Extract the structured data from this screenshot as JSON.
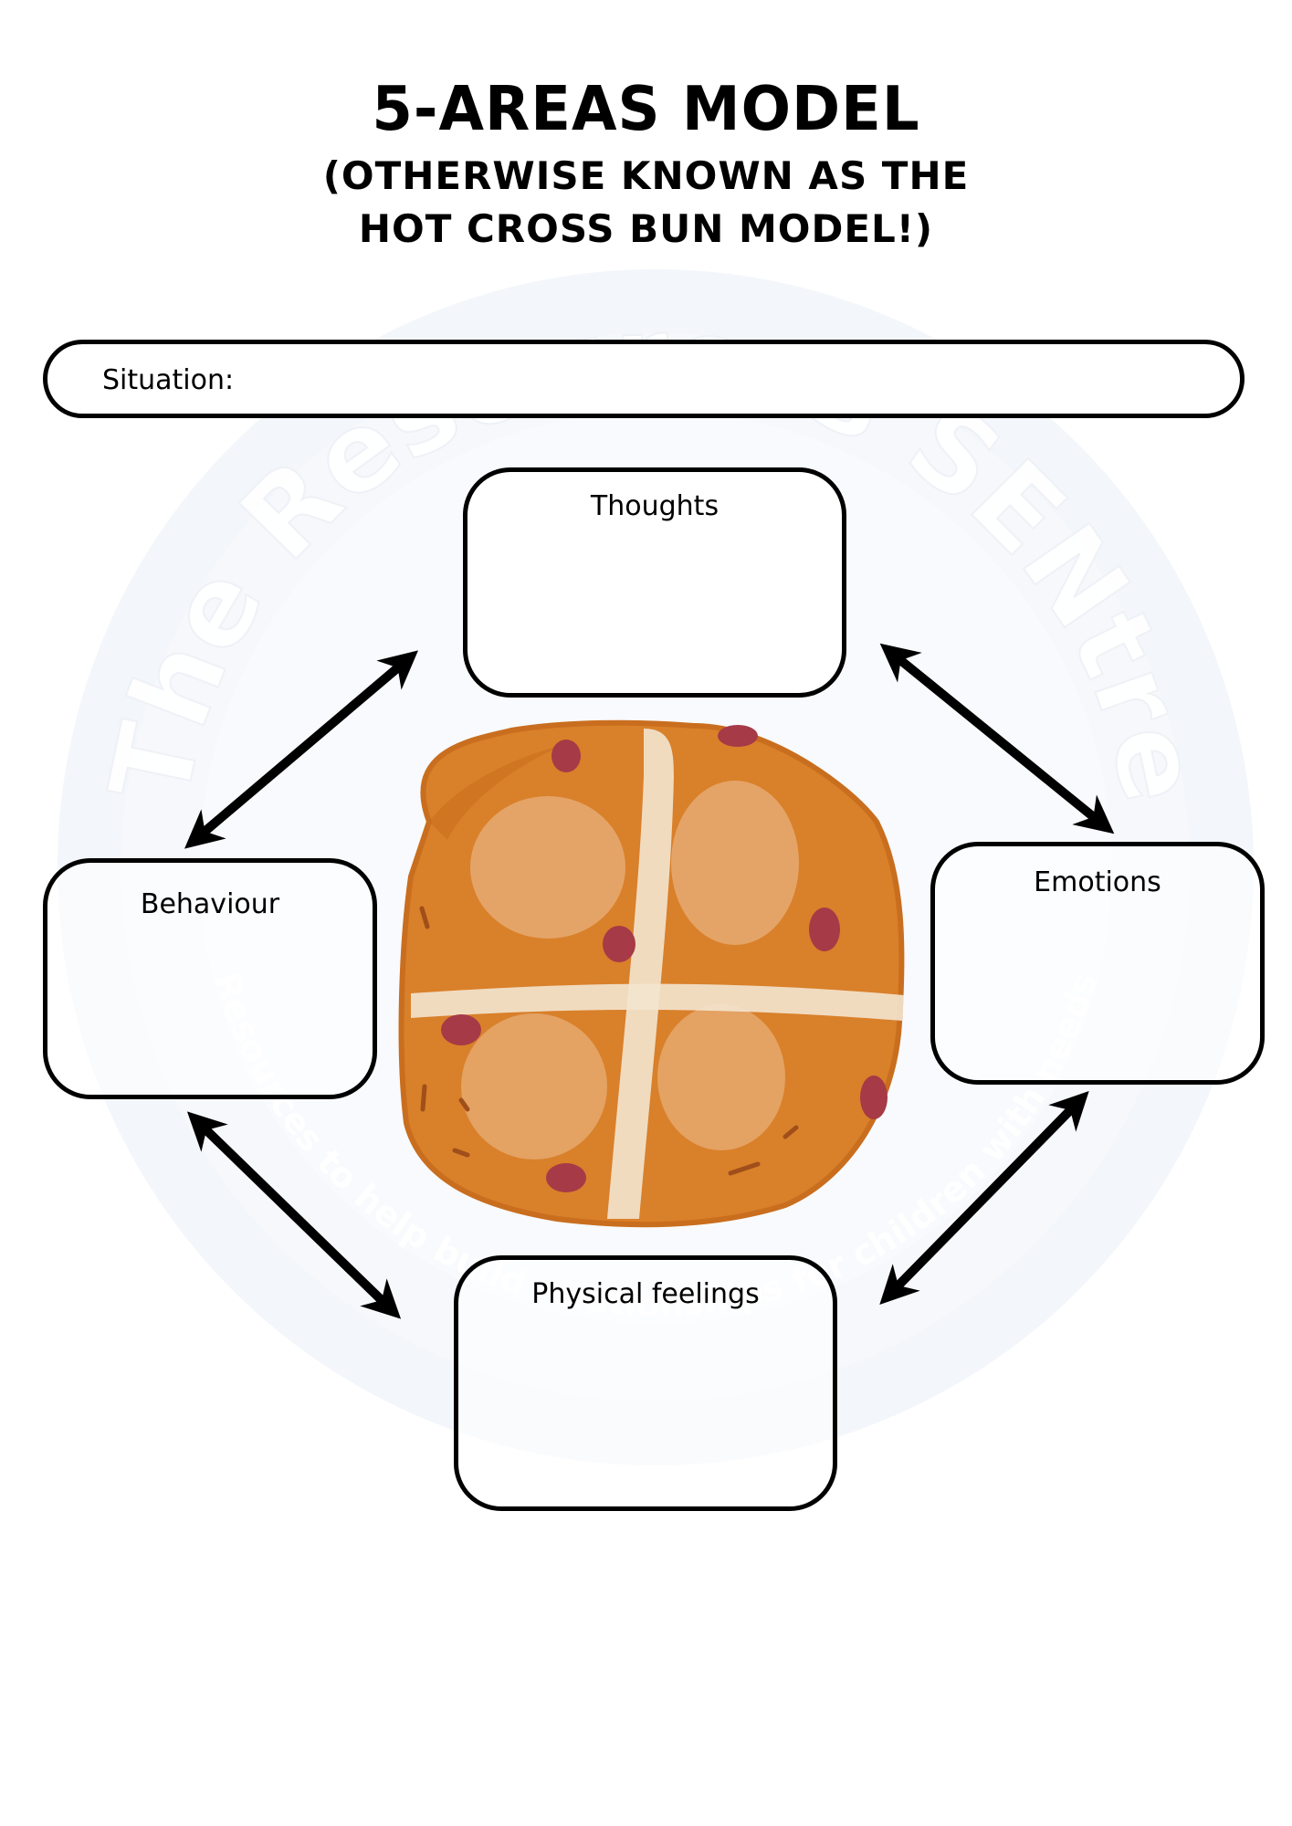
{
  "title": "5-AREAS MODEL",
  "subtitle_line1": "(OTHERWISE KNOWN AS THE",
  "subtitle_line2": "HOT CROSS BUN MODEL!)",
  "situation": {
    "label": "Situation:"
  },
  "areas": {
    "thoughts": "Thoughts",
    "behaviour": "Behaviour",
    "emotions": "Emotions",
    "physical": "Physical feelings"
  },
  "watermark": {
    "top_text": "The Resources SENtre",
    "bottom_text": "Resources to help build relationships for children with needs"
  },
  "colors": {
    "bun": "#d9802a",
    "bun_dark": "#c96e1e",
    "cross": "#f3e4cf",
    "raisin": "#a63a47",
    "watermark": "#eef2f8"
  },
  "icons": [
    "hot-cross-bun-icon",
    "double-arrow-icon"
  ]
}
